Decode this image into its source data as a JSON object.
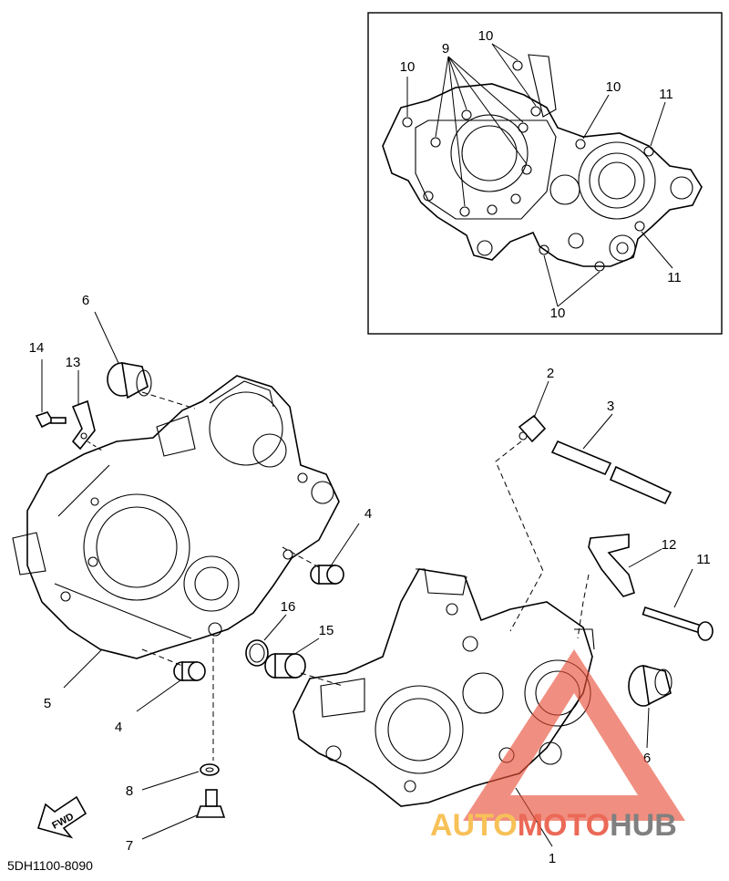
{
  "diagram_code": "5DH1100-8090",
  "fwd_label": "FWD",
  "watermark": {
    "part1": "AUTO",
    "part2": "MOTO",
    "part3": "HUB",
    "color1": "#f6b73c",
    "color2": "#e8503a",
    "color3": "#6b6b6b"
  },
  "callouts": {
    "c1": "1",
    "c2": "2",
    "c3": "3",
    "c4a": "4",
    "c4b": "4",
    "c5": "5",
    "c6a": "6",
    "c6b": "6",
    "c7": "7",
    "c8": "8",
    "c9": "9",
    "c10a": "10",
    "c10b": "10",
    "c10c": "10",
    "c10d": "10",
    "c11a": "11",
    "c11b": "11",
    "c11c": "11",
    "c12": "12",
    "c13": "13",
    "c14": "14",
    "c15": "15",
    "c16": "16"
  }
}
